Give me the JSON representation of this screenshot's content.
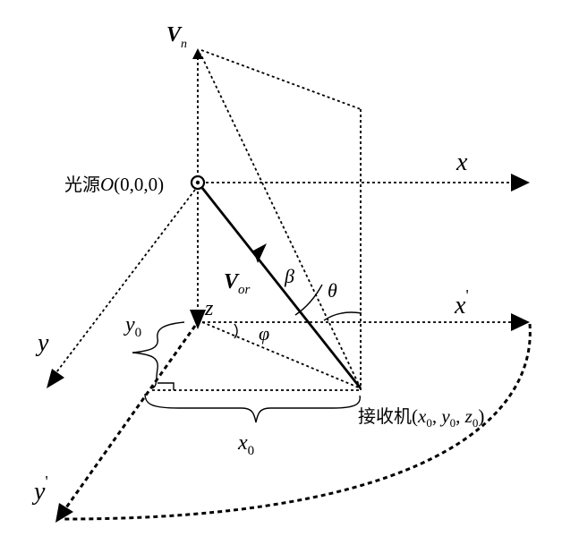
{
  "labels": {
    "vn_main": "V",
    "vn_sub": "n",
    "light_source_cn": "光源",
    "light_source_sym": "O",
    "light_source_coord": "(0,0,0)",
    "x_axis": "x",
    "x_prime_axis": "x",
    "y_axis": "y",
    "y_prime_axis": "y",
    "z_axis": "z",
    "prime_mark": "'",
    "vor_main": "V",
    "vor_sub": "or",
    "beta": "β",
    "theta": "θ",
    "phi": "φ",
    "y0_main": "y",
    "y0_sub": "0",
    "x0_main": "x",
    "x0_sub": "0",
    "receiver_cn": "接收机",
    "receiver_open": "(",
    "rx_x": "x",
    "rx_y": "y",
    "rx_z": "z",
    "rx_sub": "0",
    "rx_sep": ",",
    "receiver_close": ")"
  }
}
